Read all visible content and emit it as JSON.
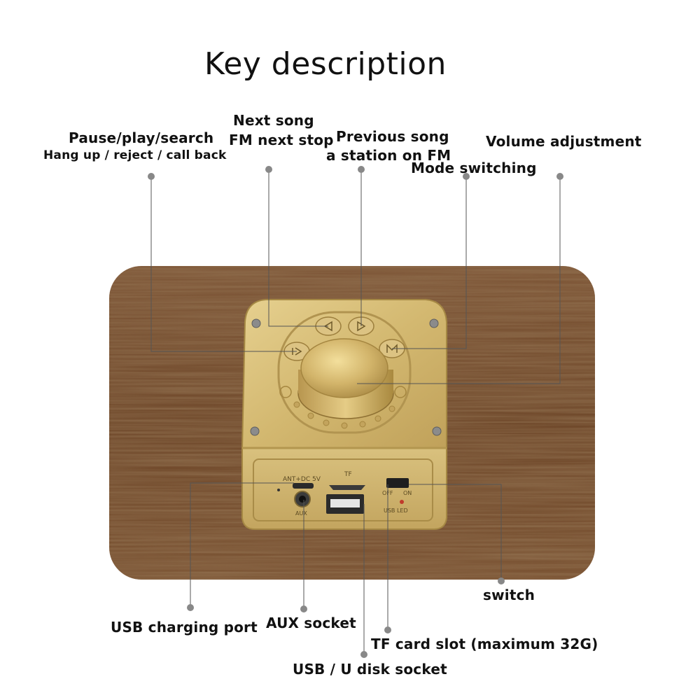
{
  "title": "Key description",
  "labels": {
    "pause_play": "Pause/play/search",
    "hang_up": "Hang up / reject / call back",
    "next_song": "Next song",
    "fm_next": "FM next stop",
    "previous_song": "Previous song",
    "fm_station": "a station on FM",
    "volume": "Volume adjustment",
    "mode": "Mode switching",
    "switch": "switch",
    "usb_charging": "USB charging port",
    "aux_socket": "AUX socket",
    "tf_card": "TF card slot (maximum 32G)",
    "usb_disk": "USB / U disk socket"
  },
  "panel_text": {
    "ant_dc": "ANT+DC 5V",
    "tf": "TF",
    "aux": "AUX",
    "off": "OFF",
    "on": "ON",
    "usb_led": "USB LED"
  },
  "colors": {
    "wood_dark": "#4e3018",
    "wood_light": "#7a5233",
    "gold": "#d7bd78",
    "gold_dark": "#a88a45",
    "leader": "#555555"
  }
}
